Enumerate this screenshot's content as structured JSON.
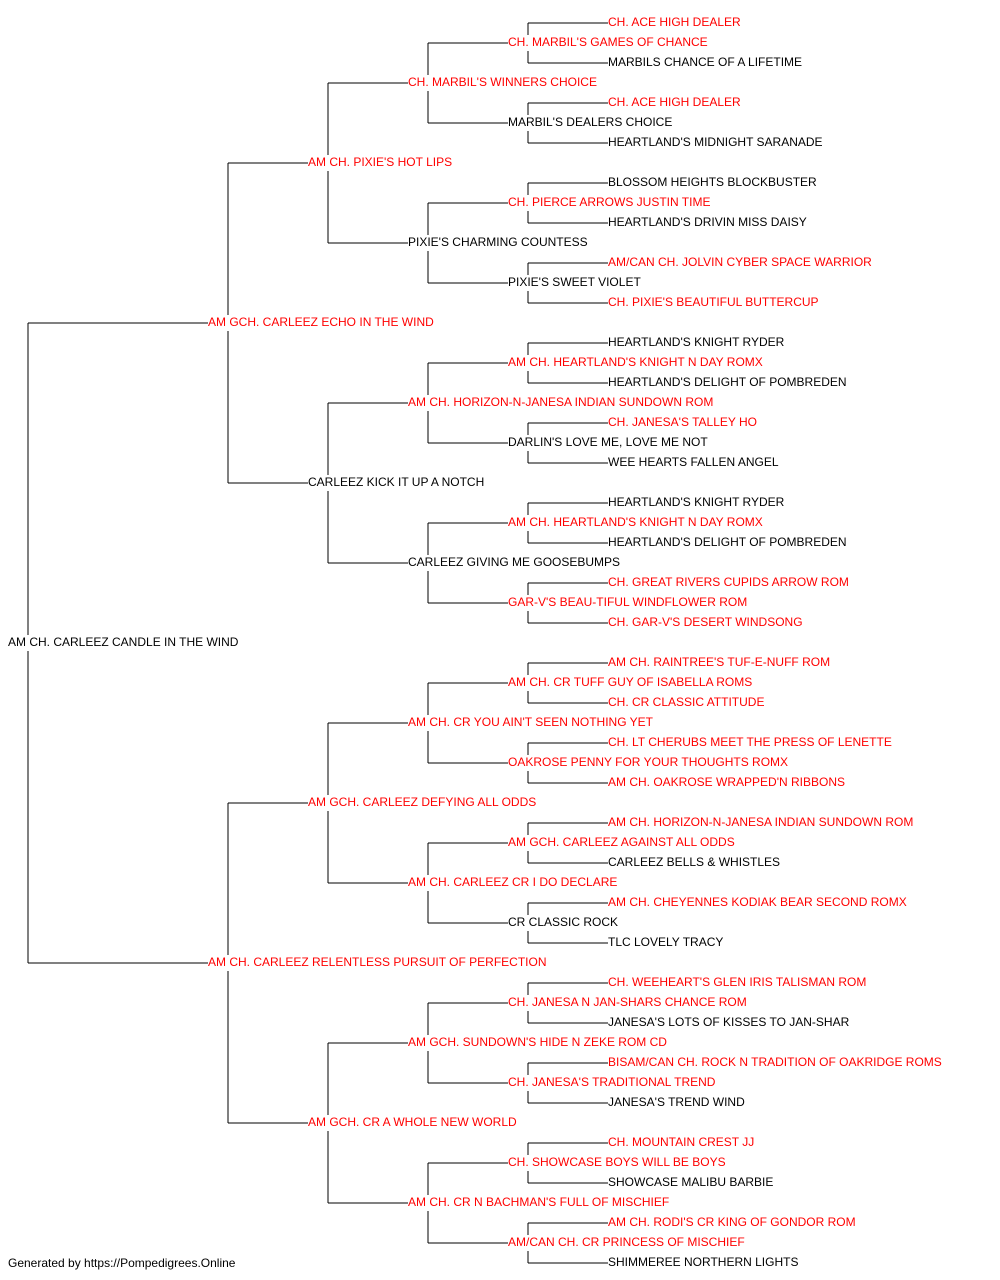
{
  "colors": {
    "champion": "#ff0000",
    "normal": "#000000",
    "connector": "#000000"
  },
  "pedigree": {
    "name": "AM CH. CARLEEZ CANDLE IN THE WIND",
    "champion": false,
    "sire": {
      "name": "AM GCH. CARLEEZ ECHO IN THE WIND",
      "champion": true,
      "sire": {
        "name": "AM CH. PIXIE'S HOT LIPS",
        "champion": true,
        "sire": {
          "name": "CH. MARBIL'S WINNERS CHOICE",
          "champion": true,
          "sire": {
            "name": "CH. MARBIL'S GAMES OF CHANCE",
            "champion": true,
            "sire": {
              "name": "CH. ACE HIGH DEALER",
              "champion": true
            },
            "dam": {
              "name": "MARBILS CHANCE OF A LIFETIME",
              "champion": false
            }
          },
          "dam": {
            "name": "MARBIL'S DEALERS CHOICE",
            "champion": false,
            "sire": {
              "name": "CH. ACE HIGH DEALER",
              "champion": true
            },
            "dam": {
              "name": "HEARTLAND'S MIDNIGHT SARANADE",
              "champion": false
            }
          }
        },
        "dam": {
          "name": "PIXIE'S CHARMING COUNTESS",
          "champion": false,
          "sire": {
            "name": "CH. PIERCE ARROWS JUSTIN TIME",
            "champion": true,
            "sire": {
              "name": "BLOSSOM HEIGHTS BLOCKBUSTER",
              "champion": false
            },
            "dam": {
              "name": "HEARTLAND'S DRIVIN MISS DAISY",
              "champion": false
            }
          },
          "dam": {
            "name": "PIXIE'S SWEET VIOLET",
            "champion": false,
            "sire": {
              "name": "AM/CAN CH. JOLVIN CYBER SPACE WARRIOR",
              "champion": true
            },
            "dam": {
              "name": "CH. PIXIE'S BEAUTIFUL BUTTERCUP",
              "champion": true
            }
          }
        }
      },
      "dam": {
        "name": "CARLEEZ KICK IT UP A NOTCH",
        "champion": false,
        "sire": {
          "name": "AM CH. HORIZON-N-JANESA INDIAN SUNDOWN ROM",
          "champion": true,
          "sire": {
            "name": "AM CH. HEARTLAND'S KNIGHT N DAY ROMX",
            "champion": true,
            "sire": {
              "name": "HEARTLAND'S KNIGHT RYDER",
              "champion": false
            },
            "dam": {
              "name": "HEARTLAND'S DELIGHT OF POMBREDEN",
              "champion": false
            }
          },
          "dam": {
            "name": "DARLIN'S LOVE ME, LOVE ME NOT",
            "champion": false,
            "sire": {
              "name": "CH. JANESA'S TALLEY HO",
              "champion": true
            },
            "dam": {
              "name": "WEE HEARTS FALLEN ANGEL",
              "champion": false
            }
          }
        },
        "dam": {
          "name": "CARLEEZ GIVING ME GOOSEBUMPS",
          "champion": false,
          "sire": {
            "name": "AM CH. HEARTLAND'S KNIGHT N DAY ROMX",
            "champion": true,
            "sire": {
              "name": "HEARTLAND'S KNIGHT RYDER",
              "champion": false
            },
            "dam": {
              "name": "HEARTLAND'S DELIGHT OF POMBREDEN",
              "champion": false
            }
          },
          "dam": {
            "name": "GAR-V'S BEAU-TIFUL WINDFLOWER ROM",
            "champion": true,
            "sire": {
              "name": "CH. GREAT RIVERS CUPIDS ARROW ROM",
              "champion": true
            },
            "dam": {
              "name": "CH. GAR-V'S DESERT WINDSONG",
              "champion": true
            }
          }
        }
      }
    },
    "dam": {
      "name": "AM CH. CARLEEZ RELENTLESS PURSUIT OF PERFECTION",
      "champion": true,
      "sire": {
        "name": "AM GCH. CARLEEZ DEFYING ALL ODDS",
        "champion": true,
        "sire": {
          "name": "AM CH. CR YOU AIN'T SEEN NOTHING YET",
          "champion": true,
          "sire": {
            "name": "AM CH. CR TUFF GUY OF ISABELLA ROMS",
            "champion": true,
            "sire": {
              "name": "AM CH. RAINTREE'S TUF-E-NUFF ROM",
              "champion": true
            },
            "dam": {
              "name": "CH. CR CLASSIC ATTITUDE",
              "champion": true
            }
          },
          "dam": {
            "name": "OAKROSE PENNY FOR YOUR THOUGHTS ROMX",
            "champion": true,
            "sire": {
              "name": "CH. LT CHERUBS MEET THE PRESS OF LENETTE",
              "champion": true
            },
            "dam": {
              "name": "AM CH. OAKROSE WRAPPED'N RIBBONS",
              "champion": true
            }
          }
        },
        "dam": {
          "name": "AM CH. CARLEEZ CR I DO DECLARE",
          "champion": true,
          "sire": {
            "name": "AM GCH. CARLEEZ AGAINST ALL ODDS",
            "champion": true,
            "sire": {
              "name": "AM CH. HORIZON-N-JANESA INDIAN SUNDOWN ROM",
              "champion": true
            },
            "dam": {
              "name": "CARLEEZ BELLS & WHISTLES",
              "champion": false
            }
          },
          "dam": {
            "name": "CR CLASSIC ROCK",
            "champion": false,
            "sire": {
              "name": "AM CH. CHEYENNES KODIAK BEAR SECOND ROMX",
              "champion": true
            },
            "dam": {
              "name": "TLC LOVELY TRACY",
              "champion": false
            }
          }
        }
      },
      "dam": {
        "name": "AM GCH. CR A WHOLE NEW WORLD",
        "champion": true,
        "sire": {
          "name": "AM GCH. SUNDOWN'S HIDE N ZEKE ROM CD",
          "champion": true,
          "sire": {
            "name": "CH. JANESA N JAN-SHARS CHANCE ROM",
            "champion": true,
            "sire": {
              "name": "CH. WEEHEART'S GLEN IRIS TALISMAN ROM",
              "champion": true
            },
            "dam": {
              "name": "JANESA'S LOTS OF KISSES TO JAN-SHAR",
              "champion": false
            }
          },
          "dam": {
            "name": "CH. JANESA'S TRADITIONAL TREND",
            "champion": true,
            "sire": {
              "name": "BISAM/CAN CH. ROCK N TRADITION OF OAKRIDGE ROMS",
              "champion": true
            },
            "dam": {
              "name": "JANESA'S TREND WIND",
              "champion": false
            }
          }
        },
        "dam": {
          "name": "AM CH. CR N BACHMAN'S FULL OF MISCHIEF",
          "champion": true,
          "sire": {
            "name": "CH. SHOWCASE BOYS WILL BE BOYS",
            "champion": true,
            "sire": {
              "name": "CH. MOUNTAIN CREST JJ",
              "champion": true
            },
            "dam": {
              "name": "SHOWCASE MALIBU BARBIE",
              "champion": false
            }
          },
          "dam": {
            "name": "AM/CAN CH. CR PRINCESS OF MISCHIEF",
            "champion": true,
            "sire": {
              "name": "AM CH. RODI'S CR KING OF GONDOR ROM",
              "champion": true
            },
            "dam": {
              "name": "SHIMMEREE NORTHERN LIGHTS",
              "champion": false
            }
          }
        }
      }
    }
  },
  "footer": {
    "text": "Generated by https://Pompedigrees.Online"
  }
}
